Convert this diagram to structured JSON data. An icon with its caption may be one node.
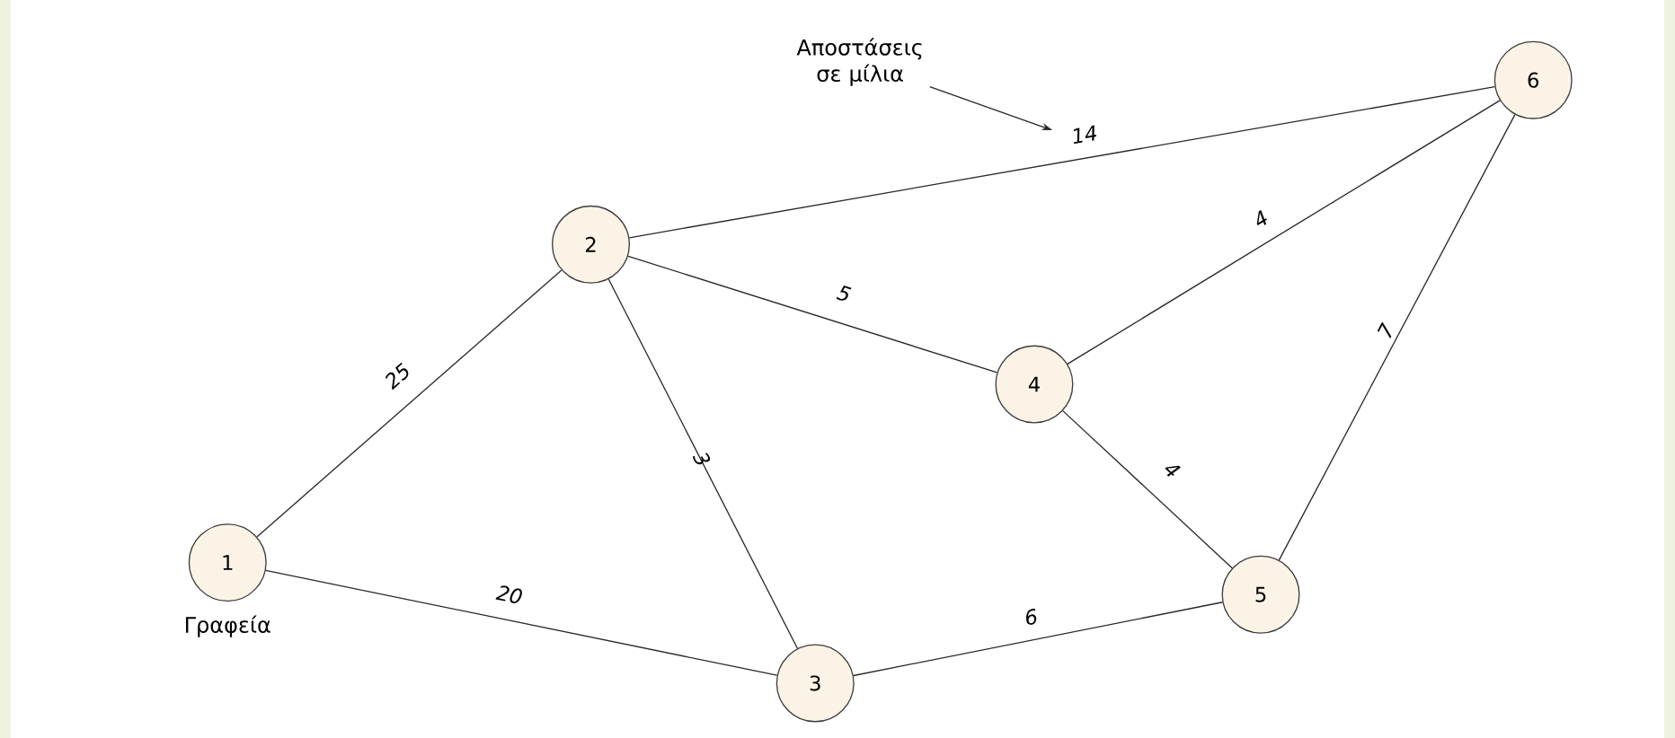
{
  "diagram": {
    "nodes": [
      {
        "text": [
          "1"
        ],
        "beside": [
          "Γραφεία"
        ]
      },
      {
        "text": [
          "2"
        ]
      },
      {
        "text": [
          "3"
        ]
      },
      {
        "text": [
          "4"
        ]
      },
      {
        "text": [
          "5"
        ]
      },
      {
        "text": [
          "6"
        ]
      },
      {
        "text": [
          "Αποστάσεις σε μίλια"
        ]
      }
    ],
    "edges": [
      {
        "from": 0,
        "to": 1,
        "arrow": "none",
        "label": "25"
      },
      {
        "from": 0,
        "to": 2,
        "arrow": "none",
        "label": "20"
      },
      {
        "from": 1,
        "to": 2,
        "arrow": "none",
        "label": "3"
      },
      {
        "from": 1,
        "to": 3,
        "arrow": "none",
        "label": "5"
      },
      {
        "from": 1,
        "to": 5,
        "arrow": "none",
        "label": "14"
      },
      {
        "from": 3,
        "to": 5,
        "arrow": "none",
        "label": "4"
      },
      {
        "from": 3,
        "to": 4,
        "arrow": "none",
        "label": "4"
      },
      {
        "from": 4,
        "to": 5,
        "arrow": "none",
        "label": "7"
      },
      {
        "from": 2,
        "to": 4,
        "arrow": "none",
        "label": "6"
      },
      {
        "from": 6,
        "to": null,
        "arrow": "to"
      }
    ]
  }
}
